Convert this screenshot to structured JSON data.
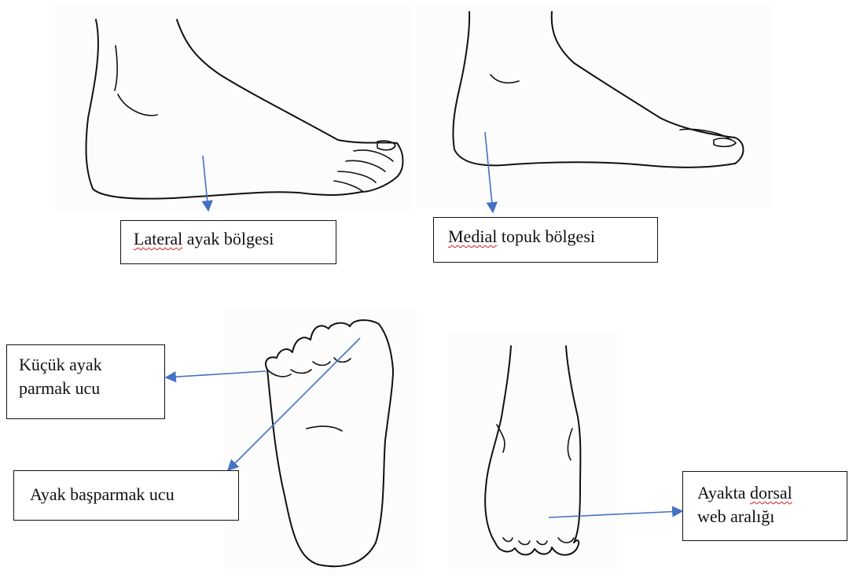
{
  "colors": {
    "arrow": "#4472c4",
    "outline": "#111111",
    "spellcheck": "#d02020"
  },
  "labels": {
    "lateral": {
      "term": "Lateral",
      "rest": " ayak bölgesi"
    },
    "medial": {
      "term": "Medial",
      "rest": " topuk bölgesi"
    },
    "little_toe": {
      "line1": "Küçük ayak",
      "line2": "parmak ucu"
    },
    "big_toe": {
      "text": "Ayak başparmak ucu"
    },
    "dorsal_web": {
      "line1_pre": "Ayakta ",
      "line1_term": "dorsal",
      "line2": "web aralığı"
    }
  }
}
